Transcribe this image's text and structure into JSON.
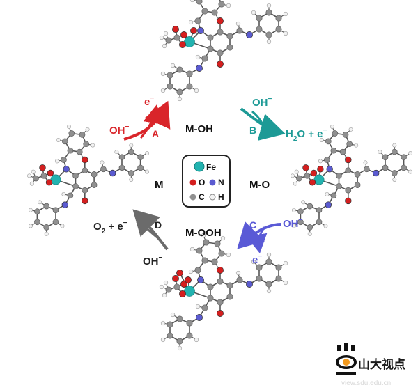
{
  "states": {
    "m_oh": "M-OH",
    "m_o": "M-O",
    "m_ooh": "M-OOH",
    "m": "M"
  },
  "steps": {
    "A": {
      "label": "A",
      "reactant": "OH",
      "reactant_sup": "−",
      "product": "e",
      "product_sup": "−",
      "color": "#d9252a"
    },
    "B": {
      "label": "B",
      "reactant": "OH",
      "reactant_sup": "−",
      "product_h": "H",
      "product_sub": "2",
      "product_rest": "O + e",
      "product_sup": "−",
      "color": "#1d9a96"
    },
    "C": {
      "label": "C",
      "reactant": "OH",
      "reactant_sup": "−",
      "product": "e",
      "product_sup": "−",
      "color": "#5a5ad6"
    },
    "D": {
      "label": "D",
      "reactant": "OH",
      "reactant_sup": "−",
      "product_o": "O",
      "product_sub": "2",
      "product_rest": " + e",
      "product_sup": "−",
      "color": "#6b6b6b"
    }
  },
  "legend": {
    "fe": "Fe",
    "o": "O",
    "n": "N",
    "c": "C",
    "h": "H"
  },
  "colors": {
    "fe": "#22b3b0",
    "o": "#d41f1f",
    "n": "#5b5bd0",
    "c": "#909090",
    "h": "#f2f2f2",
    "bond": "#555555"
  },
  "logo": {
    "text": "山大视点",
    "url": "view.sdu.edu.cn"
  }
}
